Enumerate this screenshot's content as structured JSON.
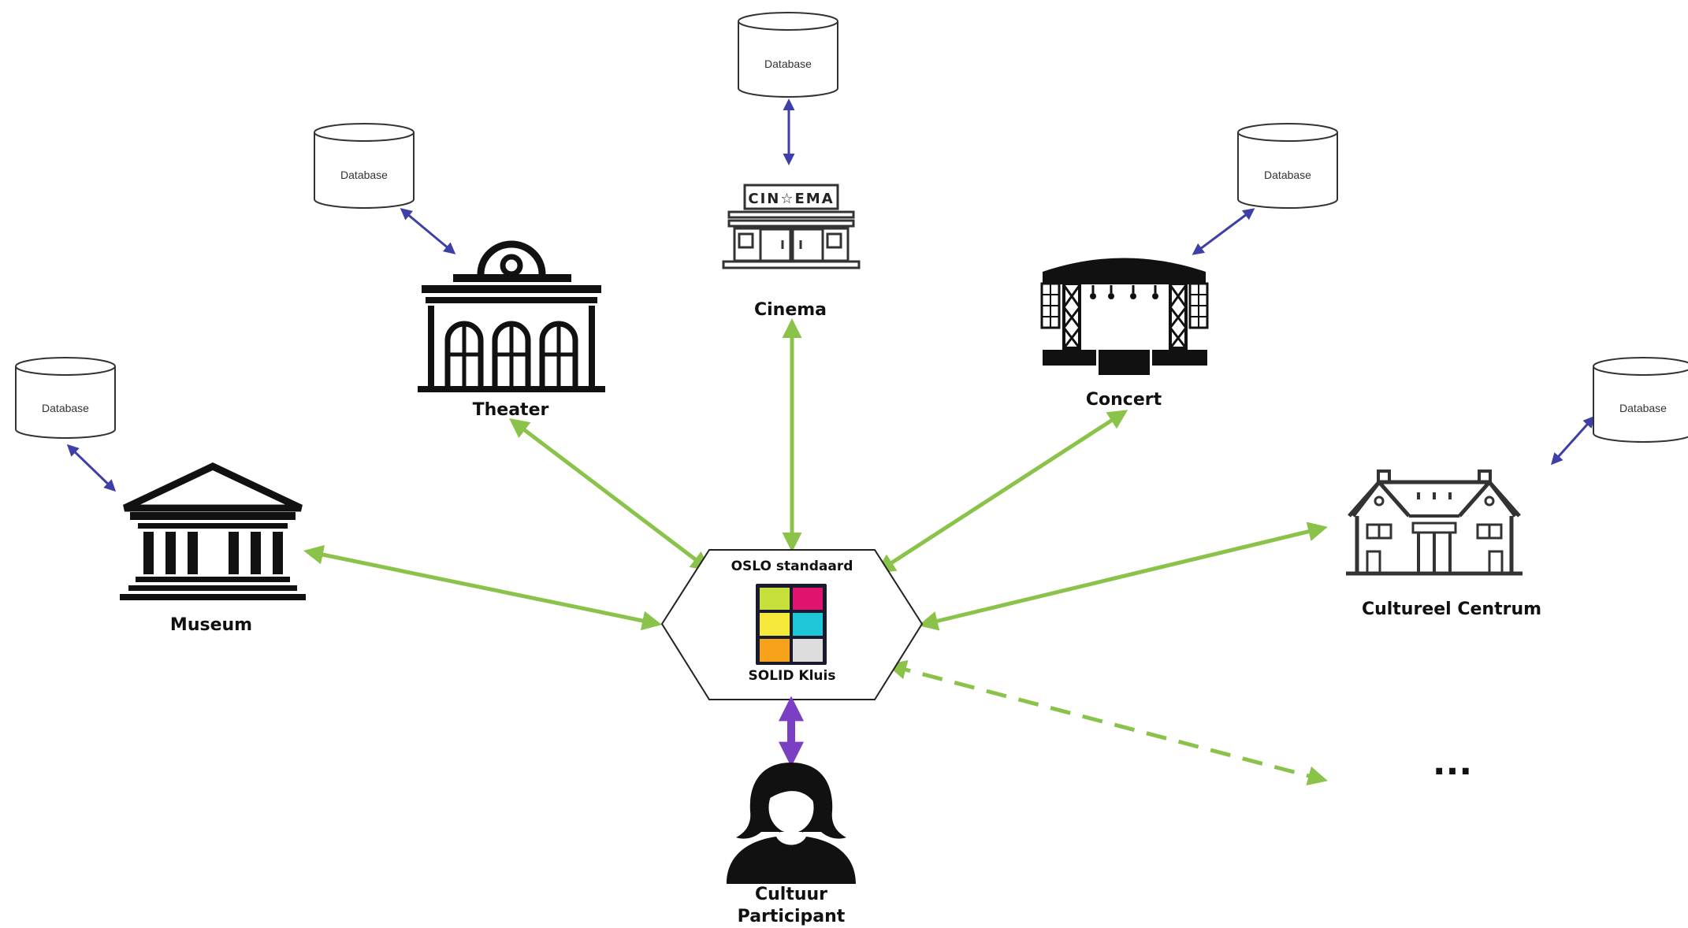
{
  "colors": {
    "green_link": "#8BC34A",
    "blue_link": "#3F3FA8",
    "purple_link": "#7B3FC4",
    "icon": "#111111"
  },
  "hub": {
    "top_label": "OSLO standaard",
    "bottom_label": "SOLID Kluis",
    "grid_colors": [
      "#C8E03A",
      "#E0136F",
      "#F5EA3A",
      "#1EC7D8",
      "#F7A21B",
      "#DDDDDD"
    ]
  },
  "nodes": {
    "museum": {
      "label": "Museum",
      "icon": "museum-icon"
    },
    "theater": {
      "label": "Theater",
      "icon": "theater-icon"
    },
    "cinema": {
      "label": "Cinema",
      "icon": "cinema-icon",
      "sign": "CIN☆EMA"
    },
    "concert": {
      "label": "Concert",
      "icon": "stage-icon"
    },
    "cultural_centre": {
      "label": "Cultureel Centrum",
      "icon": "building-icon"
    },
    "more": {
      "label": "..."
    },
    "participant": {
      "label_line1": "Cultuur",
      "label_line2": "Participant",
      "icon": "person-icon"
    }
  },
  "databases": {
    "museum": "Database",
    "theater": "Database",
    "cinema": "Database",
    "concert": "Database",
    "cultural_centre": "Database"
  }
}
